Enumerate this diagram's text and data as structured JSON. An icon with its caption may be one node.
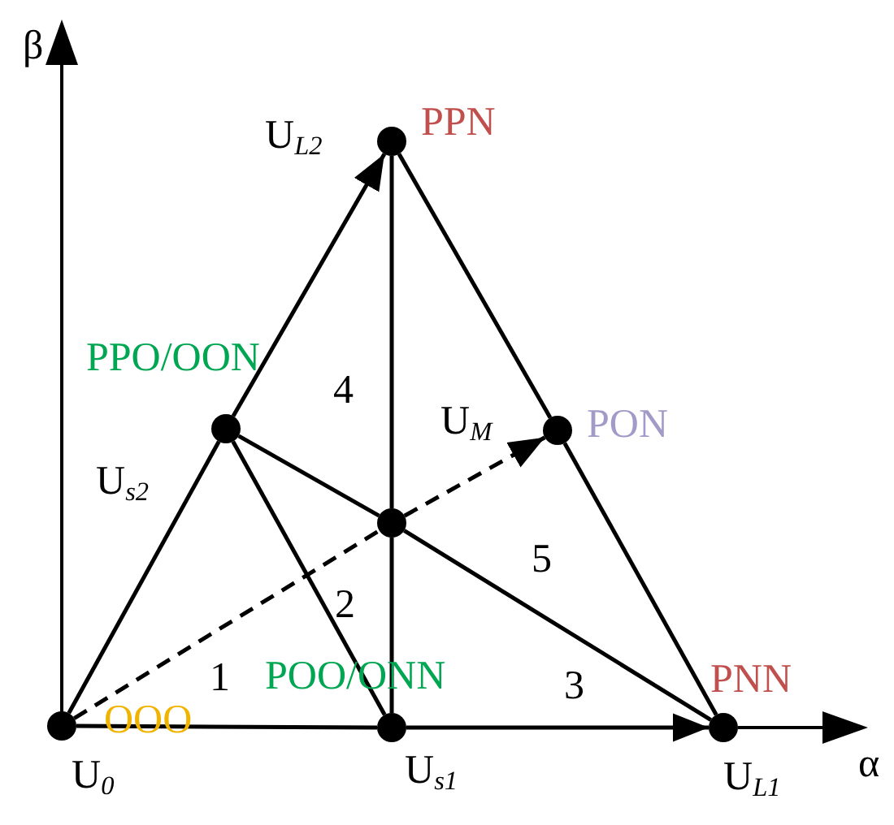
{
  "diagram": {
    "nodes": [
      {
        "text": [
          "OOO",
          "U$_{0}$"
        ]
      },
      {
        "text": [
          "POO/ONN",
          "U$_{s1}$"
        ]
      },
      {
        "text": [
          "PNN",
          "U$_{L1}$"
        ]
      },
      {
        "text": [
          "PPO/OON",
          "U$_{s2}$"
        ]
      },
      {
        "text": [],
        "shape": "circle"
      },
      {
        "text": [
          "U$_{M}$",
          "PON"
        ]
      },
      {
        "text": [
          "U$_{L2}$",
          "PPN"
        ]
      }
    ],
    "edges": [
      {
        "from": 0,
        "to": 1,
        "arrow": "none"
      },
      {
        "from": 1,
        "to": 2,
        "arrow": "to"
      },
      {
        "from": 0,
        "to": 3,
        "arrow": "none"
      },
      {
        "from": 3,
        "to": 6,
        "arrow": "to"
      },
      {
        "from": 6,
        "to": 5,
        "arrow": "none"
      },
      {
        "from": 5,
        "to": 2,
        "arrow": "none"
      },
      {
        "from": 6,
        "to": 4,
        "arrow": "none"
      },
      {
        "from": 4,
        "to": 1,
        "arrow": "none"
      },
      {
        "from": 3,
        "to": 4,
        "arrow": "none"
      },
      {
        "from": 4,
        "to": 2,
        "arrow": "none"
      },
      {
        "from": 3,
        "to": 1,
        "arrow": "none"
      },
      {
        "from": 0,
        "to": 4,
        "arrow": "none",
        "style": "dashed"
      },
      {
        "from": 4,
        "to": 5,
        "arrow": "to",
        "style": "dashed"
      }
    ],
    "labels": [
      "β",
      "4",
      "5",
      "2",
      "1",
      "3",
      "α"
    ]
  }
}
